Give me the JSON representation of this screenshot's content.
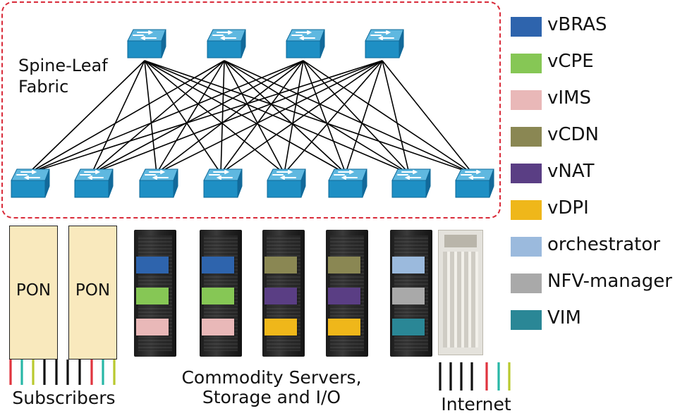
{
  "fabric": {
    "label_line1": "Spine-Leaf",
    "label_line2": "Fabric"
  },
  "legend": [
    {
      "label": "vBRAS",
      "color": "#2e64ad"
    },
    {
      "label": "vCPE",
      "color": "#86c755"
    },
    {
      "label": "vIMS",
      "color": "#e9b8b8"
    },
    {
      "label": "vCDN",
      "color": "#8a8753"
    },
    {
      "label": "vNAT",
      "color": "#5a3e84"
    },
    {
      "label": "vDPI",
      "color": "#efb71a"
    },
    {
      "label": "orchestrator",
      "color": "#9bbadd"
    },
    {
      "label": "NFV-manager",
      "color": "#a9a9a9"
    },
    {
      "label": "VIM",
      "color": "#2a8796"
    }
  ],
  "pon_units": [
    {
      "label": "PON"
    },
    {
      "label": "PON"
    }
  ],
  "servers": [
    {
      "vnfs": [
        "vBRAS",
        "vCPE",
        "vIMS"
      ]
    },
    {
      "vnfs": [
        "vBRAS",
        "vCPE",
        "vIMS"
      ]
    },
    {
      "vnfs": [
        "vCDN",
        "vNAT",
        "vDPI"
      ]
    },
    {
      "vnfs": [
        "vCDN",
        "vNAT",
        "vDPI"
      ]
    },
    {
      "vnfs": [
        "orchestrator",
        "NFV-manager",
        "VIM"
      ]
    }
  ],
  "captions": {
    "subscribers": "Subscribers",
    "servers_line1": "Commodity Servers,",
    "servers_line2": "Storage and I/O",
    "internet": "Internet"
  },
  "subscriber_lines": [
    "#e0343e",
    "#28b7a6",
    "#b9c92e",
    "#111111",
    "#111111",
    "#111111",
    "#e0343e",
    "#28b7a6",
    "#b9c92e"
  ],
  "internet_lines": [
    "#111111",
    "#111111",
    "#111111",
    "#111111",
    "#e0343e",
    "#28b7a6",
    "#b9c92e"
  ],
  "switch_color": "#1e8fc4",
  "fabric_border_color": "#d92b3a"
}
